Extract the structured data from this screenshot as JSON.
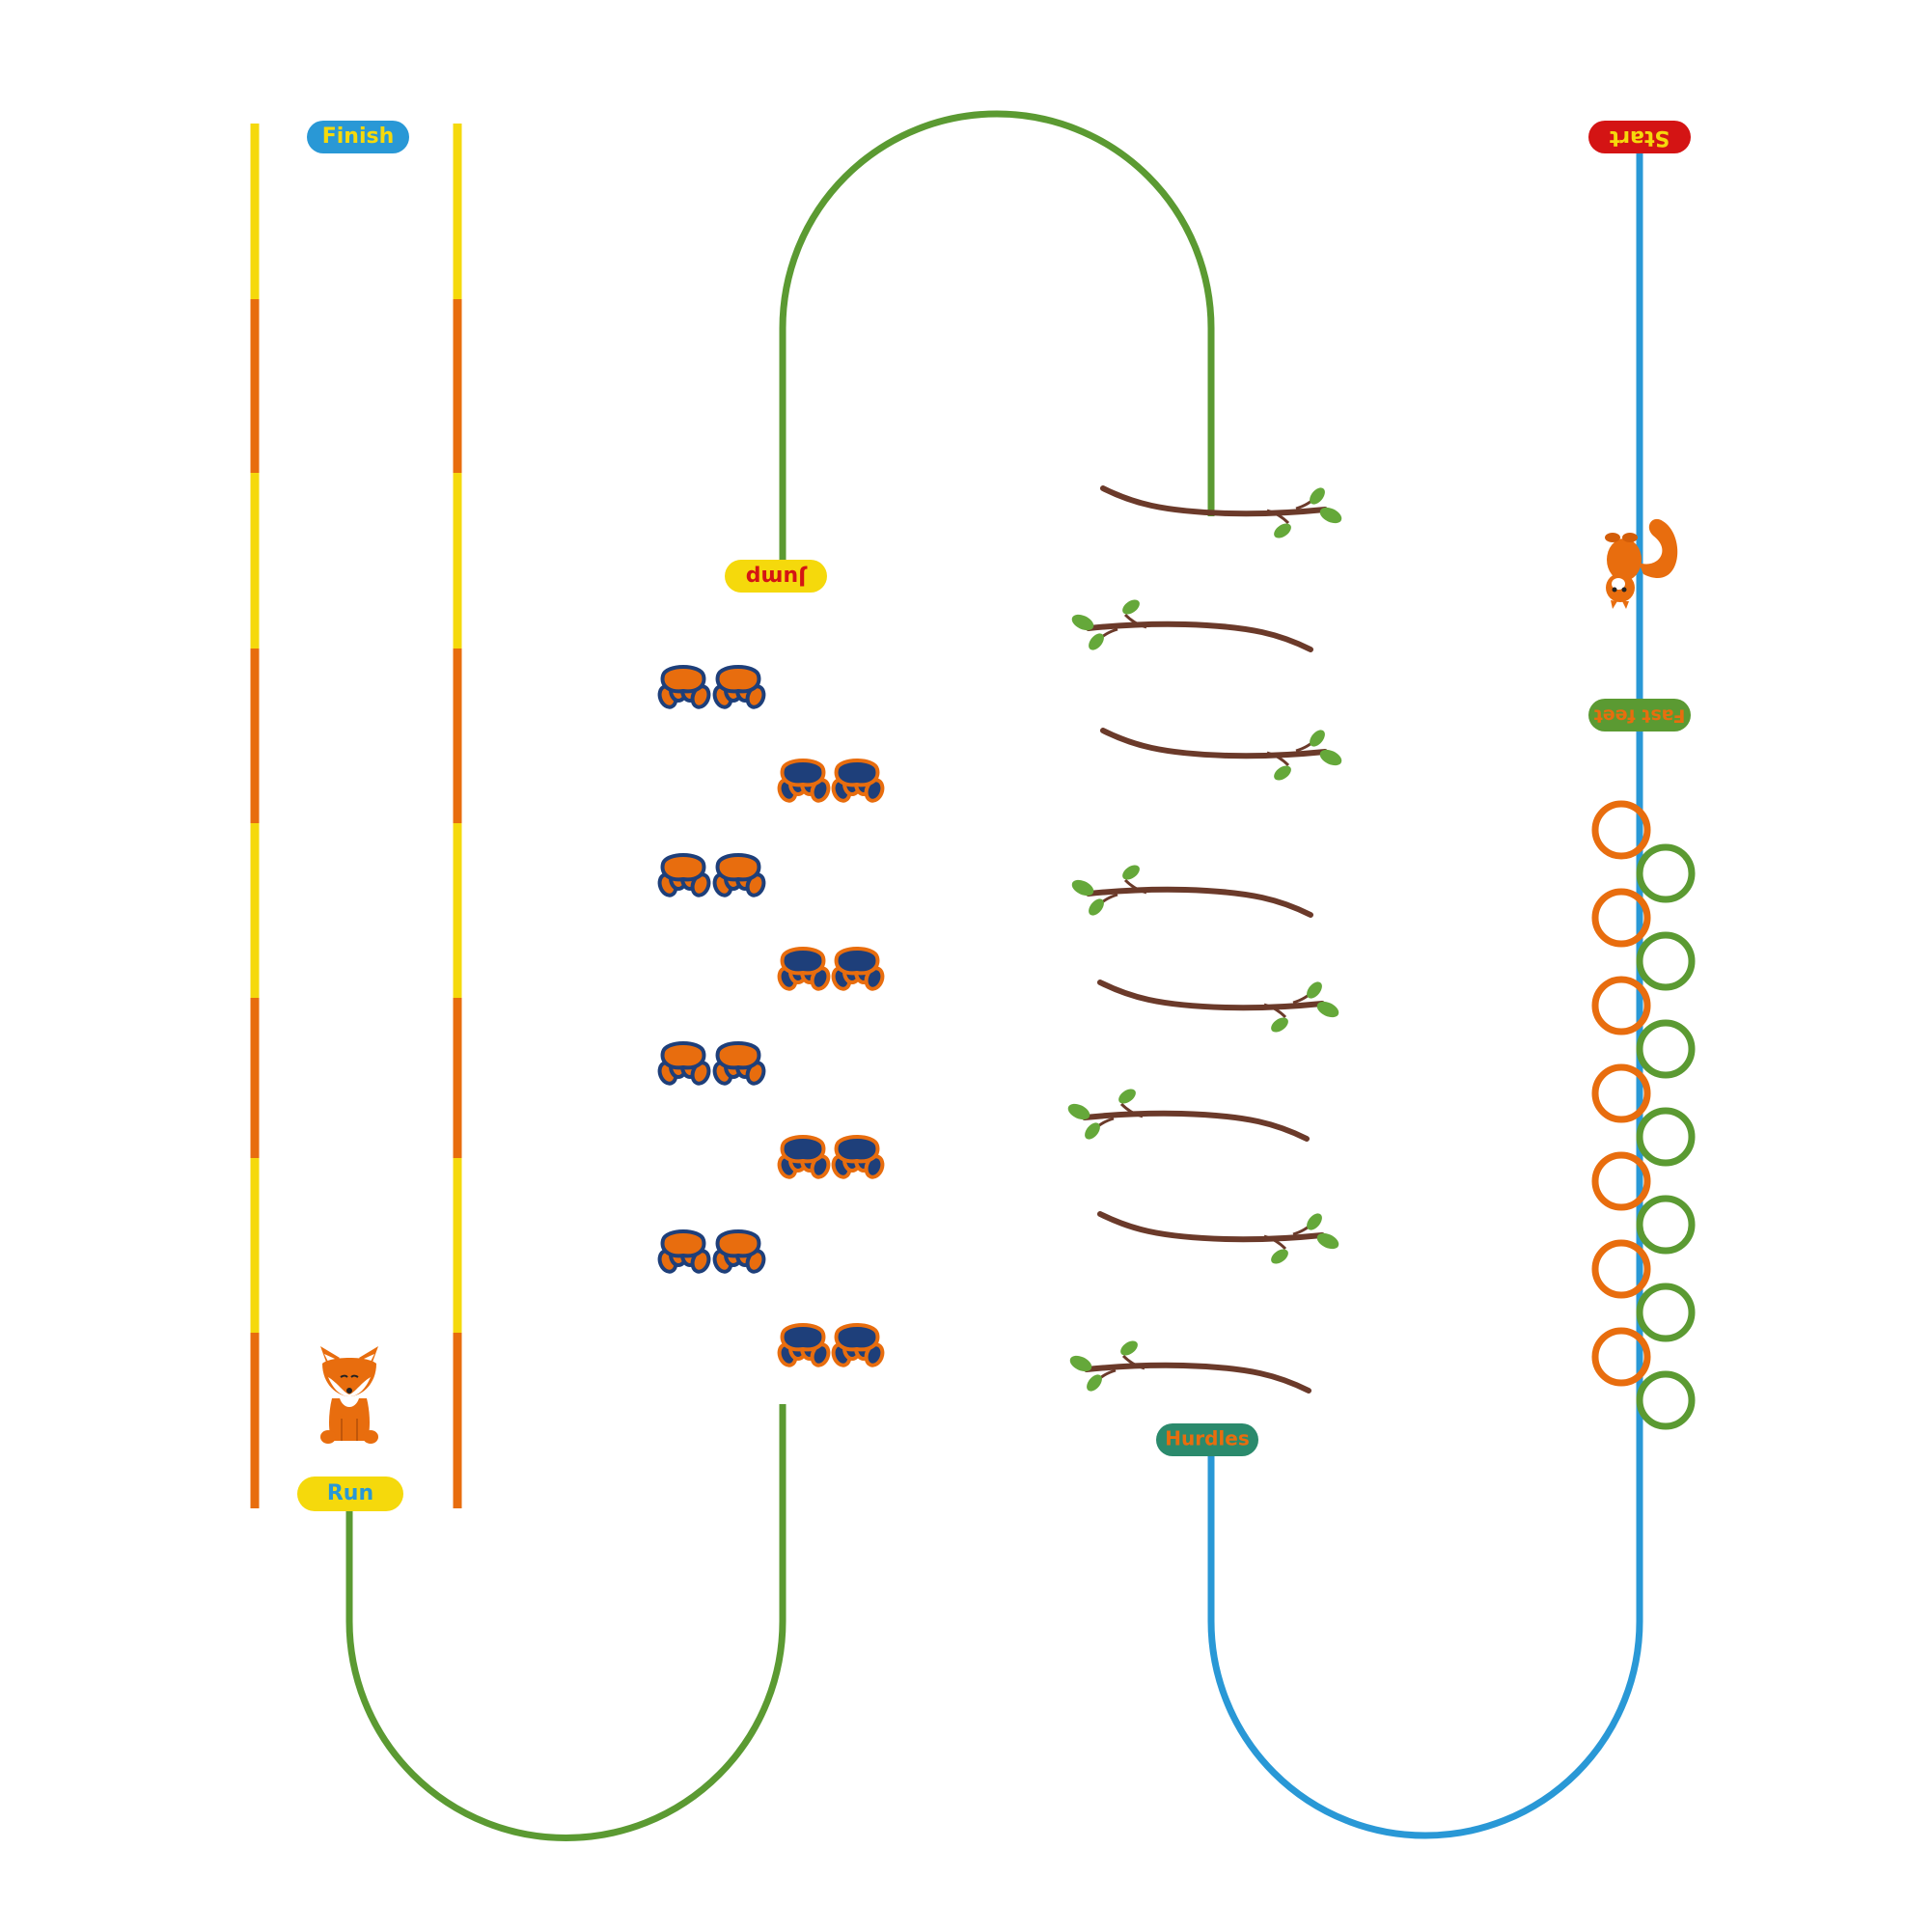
{
  "colors": {
    "green": "#5b9a32",
    "blue": "#2998d6",
    "yellow": "#f5d90c",
    "orange": "#e86d0e",
    "red": "#d41414",
    "teal": "#2b8a6c",
    "navy": "#1e3f7a",
    "brown": "#6b3a2a",
    "leaf": "#65a83a"
  },
  "stations": {
    "start": "Start",
    "fast_feet": "Fast feet",
    "hurdles": "Hurdles",
    "jump": "Jump",
    "run": "Run",
    "finish": "Finish"
  },
  "illustrations": {
    "fox": "fox-illustration",
    "squirrel": "squirrel-illustration",
    "paw": "paw-print-icon",
    "branch": "branch-hurdle",
    "ring": "ring-marker"
  }
}
